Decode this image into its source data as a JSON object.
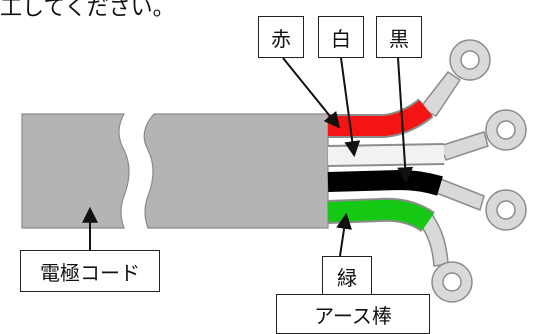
{
  "top_text": "工してください。",
  "labels": {
    "red": "赤",
    "white": "白",
    "black": "黒",
    "electrode_cord": "電極コード",
    "green": "緑",
    "earth_rod": "アース棒"
  },
  "colors": {
    "sheath": "#b4b4b4",
    "sheath_edge": "#8a8a8a",
    "red": "#f51414",
    "white": "#f2f2f2",
    "black": "#000000",
    "green": "#14c814",
    "terminal": "#d9d9d9",
    "terminal_edge": "#8c8c8c",
    "outline": "#222222"
  }
}
